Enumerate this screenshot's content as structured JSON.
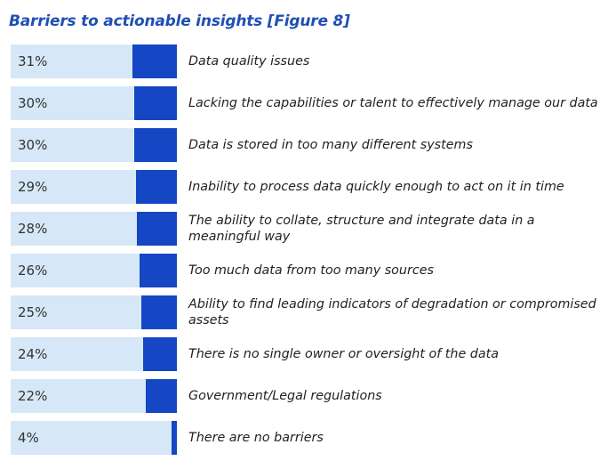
{
  "chart_data": {
    "type": "bar",
    "orientation": "horizontal",
    "title": "Barriers to actionable insights [Figure 8]",
    "xlim": [
      0,
      100
    ],
    "grid": false,
    "legend": "none",
    "colors": {
      "fill": "#1547c4",
      "track": "#d6e8f8",
      "title": "#1f4fb5"
    },
    "categories": [
      "Data quality issues",
      "Lacking the capabilities or talent to effectively manage our data",
      "Data is stored in too many different systems",
      "Inability to process data quickly enough to act on it in time",
      "The ability to collate, structure and integrate data in a meaningful way",
      "Too much data from too many sources",
      "Ability to find leading indicators of degradation or compromised assets",
      "There is no single owner or oversight of the data",
      "Government/Legal regulations",
      "There are no barriers"
    ],
    "values": [
      31,
      30,
      30,
      29,
      28,
      26,
      25,
      24,
      22,
      4
    ],
    "data_labels": [
      "31%",
      "30%",
      "30%",
      "29%",
      "28%",
      "26%",
      "25%",
      "24%",
      "22%",
      "4%"
    ]
  }
}
